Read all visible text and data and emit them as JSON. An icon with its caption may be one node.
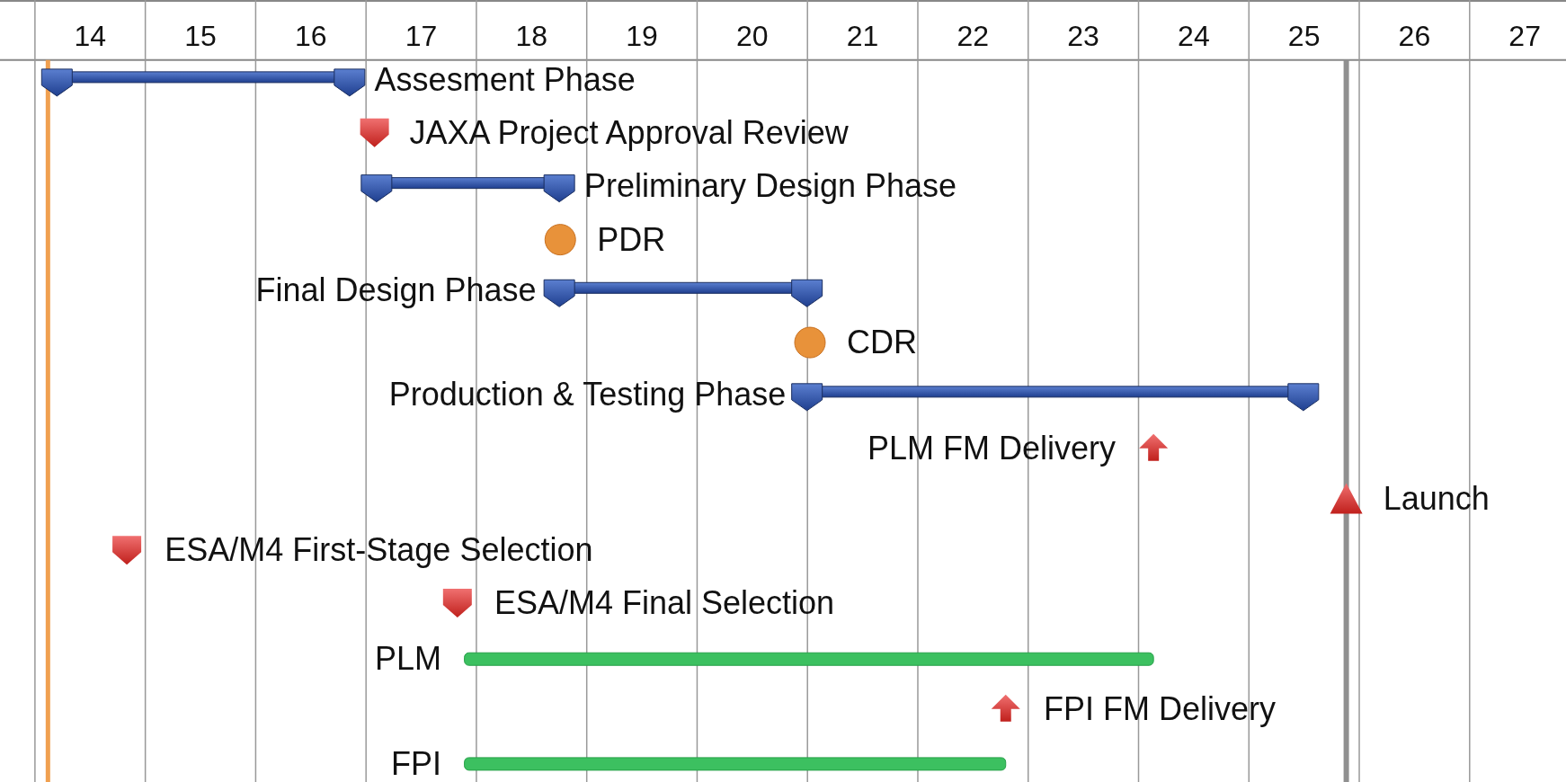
{
  "diagram": {
    "labels": [
      "14",
      "15",
      "16",
      "17",
      "18",
      "19",
      "20",
      "21",
      "22",
      "23",
      "24",
      "25",
      "26",
      "27",
      "Assesment Phase",
      "JAXA Project Approval Review",
      "Preliminary Design Phase",
      "PDR",
      "Final Design Phase",
      "CDR",
      "Production & Testing Phase",
      "PLM FM Delivery",
      "Launch",
      "ESA/M4 First-Stage Selection",
      "ESA/M4 Final Selection",
      "PLM",
      "FPI FM Delivery",
      "FPI"
    ]
  }
}
